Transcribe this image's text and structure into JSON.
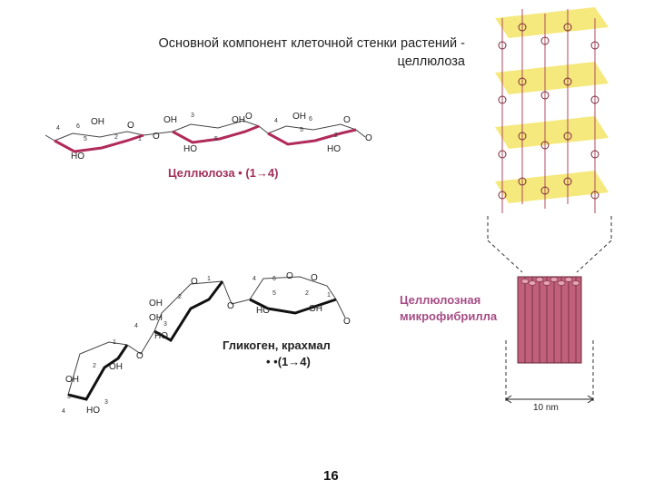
{
  "slide": {
    "title_line1": "Основной компонент клеточной стенки растений -",
    "title_line2": "целлюлоза",
    "page_number": "16"
  },
  "cellulose": {
    "caption": "Целлюлоза • (1→4)",
    "atom_oh": "OH",
    "atom_ho": "HO",
    "atom_o": "O",
    "num_1": "1",
    "num_2": "2",
    "num_3": "3",
    "num_4": "4",
    "num_5": "5",
    "num_6": "6"
  },
  "glycogen": {
    "caption_line1": "Гликоген, крахмал",
    "caption_line2": "• •(1→4)",
    "atom_oh": "OH",
    "atom_ho": "HO",
    "atom_o": "O",
    "num_1": "1",
    "num_2": "2",
    "num_3": "3",
    "num_4": "4",
    "num_5": "5",
    "num_6": "6"
  },
  "microfibril": {
    "caption_line1": "Целлюлозная",
    "caption_line2": "микрофибрилла",
    "scale_label": "10 nm"
  },
  "colors": {
    "cellulose_bond": "#b02a5a",
    "glycogen_bond": "#111111",
    "sheet": "#f2e050",
    "fibril": "#c0607a"
  }
}
